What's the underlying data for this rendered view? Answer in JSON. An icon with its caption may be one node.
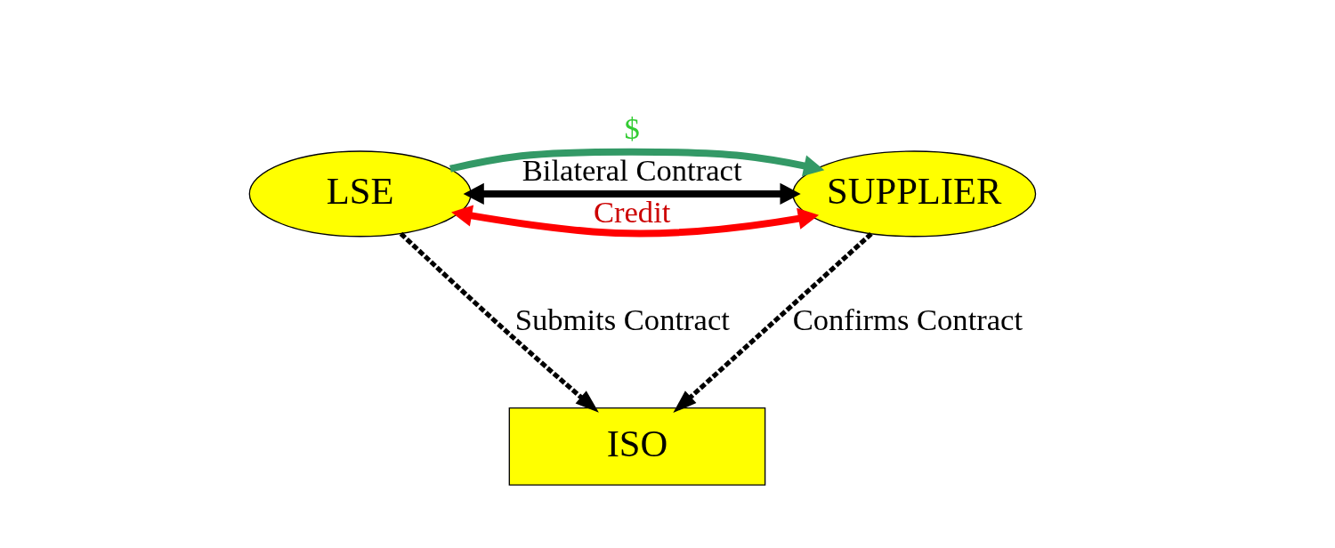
{
  "diagram": {
    "nodes": [
      {
        "text": [
          "LSE"
        ]
      },
      {
        "text": [
          "SUPPLIER"
        ]
      },
      {
        "text": [
          "ISO"
        ]
      }
    ],
    "edges": [
      {
        "from": 0,
        "to": 1,
        "arrow": "both",
        "label": "Bilateral Contract"
      },
      {
        "from": 0,
        "to": 1,
        "arrow": "both",
        "label": "Credit",
        "color": "#ff0000"
      },
      {
        "from": 0,
        "to": 1,
        "arrow": "to",
        "label": "$",
        "color": "#339966"
      },
      {
        "from": 0,
        "to": 2,
        "arrow": "to",
        "label": "Submits Contract",
        "style": "dashed"
      },
      {
        "from": 1,
        "to": 2,
        "arrow": "to",
        "label": "Confirms Contract",
        "style": "dashed"
      }
    ]
  }
}
